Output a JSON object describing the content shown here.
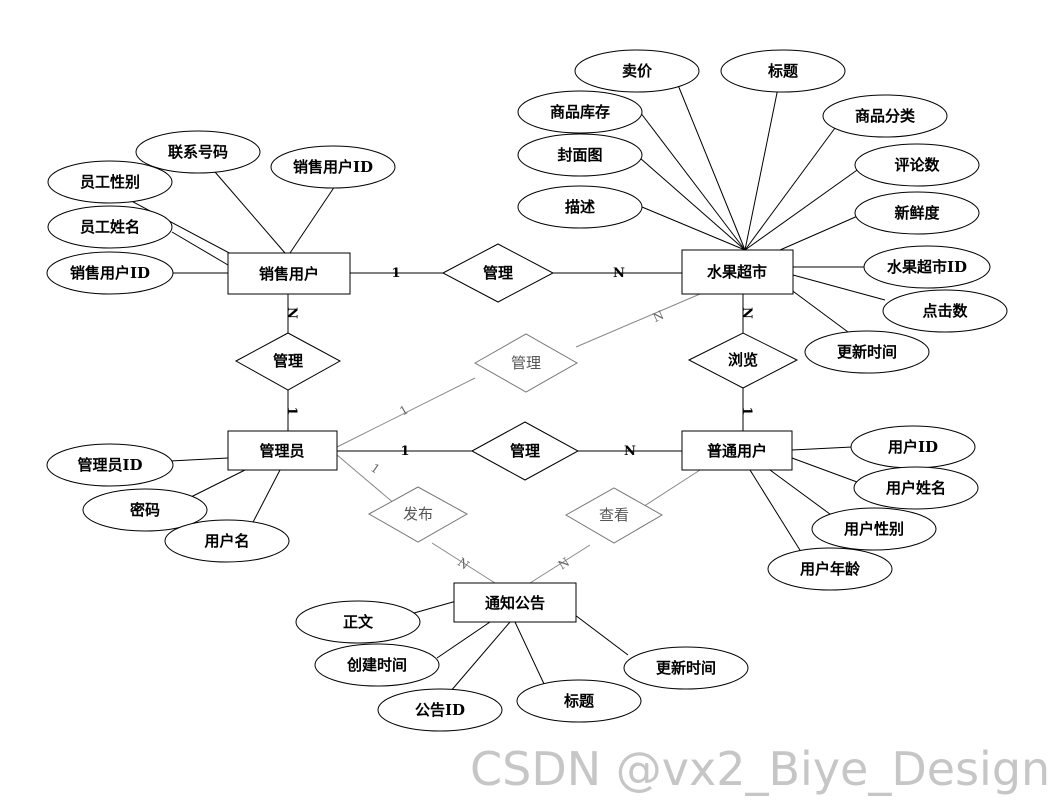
{
  "entities": {
    "sales_user": "销售用户",
    "fruit_market": "水果超市",
    "admin": "管理员",
    "normal_user": "普通用户",
    "notice": "通知公告"
  },
  "relationships": {
    "sales_manage_market": "管理",
    "admin_manage_sales": "管理",
    "admin_manage_market": "管理",
    "admin_manage_user": "管理",
    "user_browse_market": "浏览",
    "admin_publish_notice": "发布",
    "user_view_notice": "查看"
  },
  "cardinalities": {
    "c1": "1",
    "c2": "N",
    "c3": "N",
    "c4": "1",
    "c5": "N",
    "c6": "1",
    "c7": "N",
    "c8": "N",
    "c9": "1",
    "c10": "1",
    "c11": "N",
    "c12": "1",
    "c13": "N"
  },
  "attributes": {
    "sales_user": [
      "联系号码",
      "员工性别",
      "销售用户ID",
      "员工姓名",
      "销售用户ID"
    ],
    "fruit_market": [
      "卖价",
      "标题",
      "商品库存",
      "商品分类",
      "封面图",
      "评论数",
      "描述",
      "新鲜度",
      "水果超市ID",
      "点击数",
      "更新时间"
    ],
    "admin": [
      "管理员ID",
      "密码",
      "用户名"
    ],
    "normal_user": [
      "用户ID",
      "用户姓名",
      "用户性别",
      "用户年龄"
    ],
    "notice": [
      "正文",
      "创建时间",
      "更新时间",
      "公告ID",
      "标题"
    ]
  },
  "watermark": "CSDN @vx2_Biye_Design"
}
